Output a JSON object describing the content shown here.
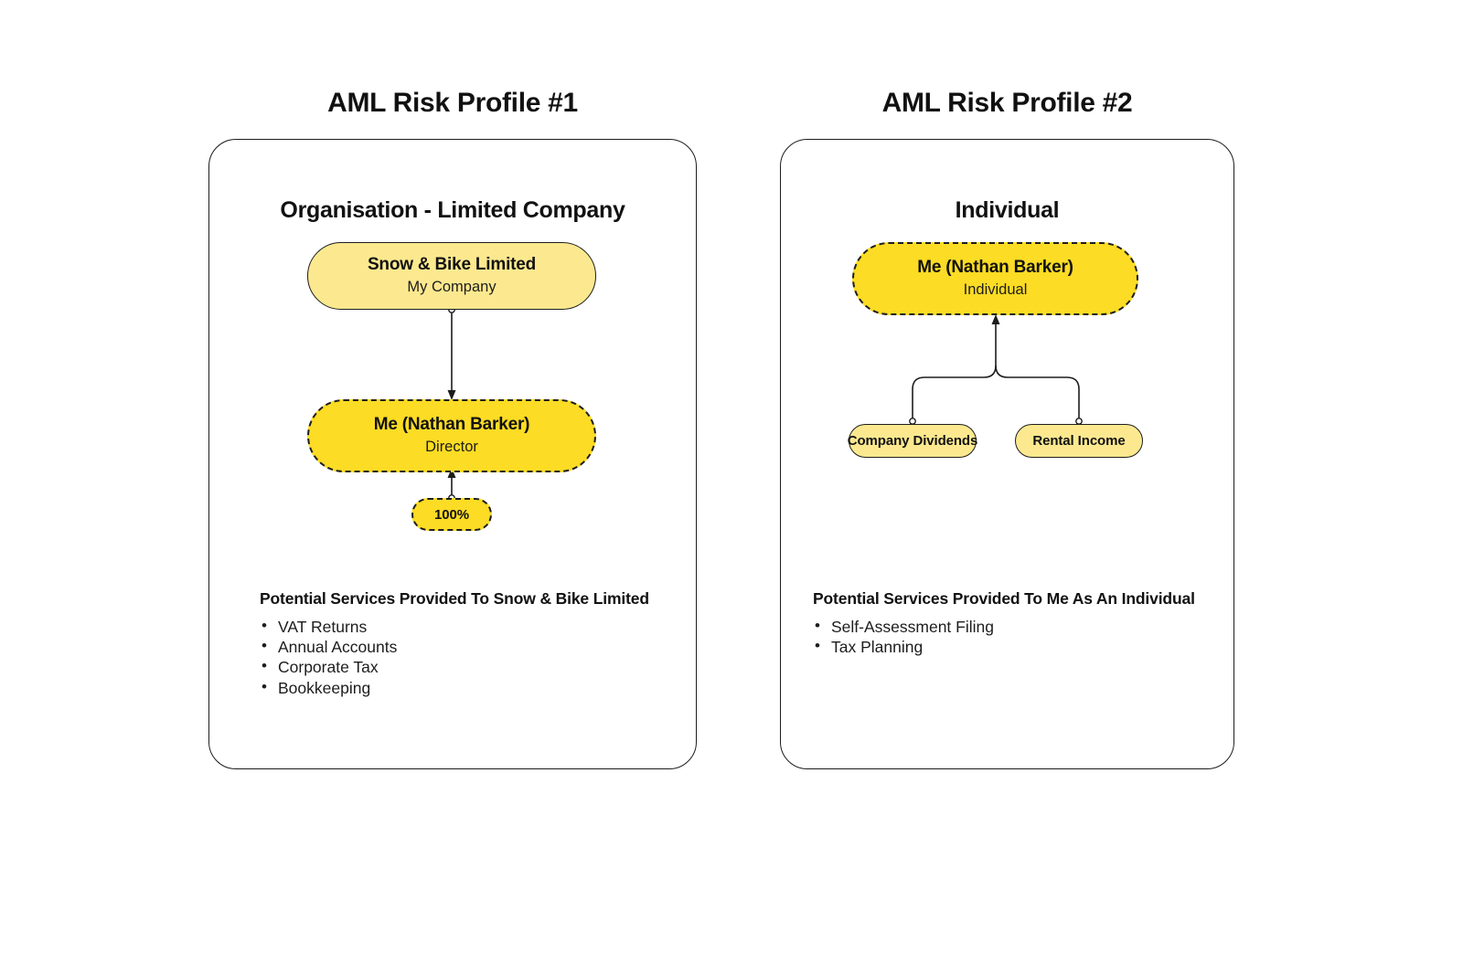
{
  "profiles": [
    {
      "title": "AML Risk Profile #1",
      "heading": "Organisation - Limited Company",
      "nodes": {
        "parent": {
          "title": "Snow & Bike Limited",
          "sub": "My Company"
        },
        "child": {
          "title": "Me (Nathan Barker)",
          "sub": "Director"
        },
        "badge": {
          "label": "100%"
        }
      },
      "services": {
        "title": "Potential Services Provided To Snow & Bike Limited",
        "items": [
          "VAT Returns",
          "Annual Accounts",
          "Corporate Tax",
          "Bookkeeping"
        ]
      }
    },
    {
      "title": "AML Risk Profile #2",
      "heading": "Individual",
      "nodes": {
        "parent": {
          "title": "Me (Nathan Barker)",
          "sub": "Individual"
        },
        "left_badge": {
          "label": "Company Dividends"
        },
        "right_badge": {
          "label": "Rental Income"
        }
      },
      "services": {
        "title": "Potential Services Provided To Me As An Individual",
        "items": [
          "Self-Assessment Filing",
          "Tax Planning"
        ]
      }
    }
  ],
  "colors": {
    "node_light": "#FCE98F",
    "node_bright": "#FCDC24",
    "stroke": "#1d1d1d",
    "background": "#ffffff",
    "text": "#111111"
  }
}
